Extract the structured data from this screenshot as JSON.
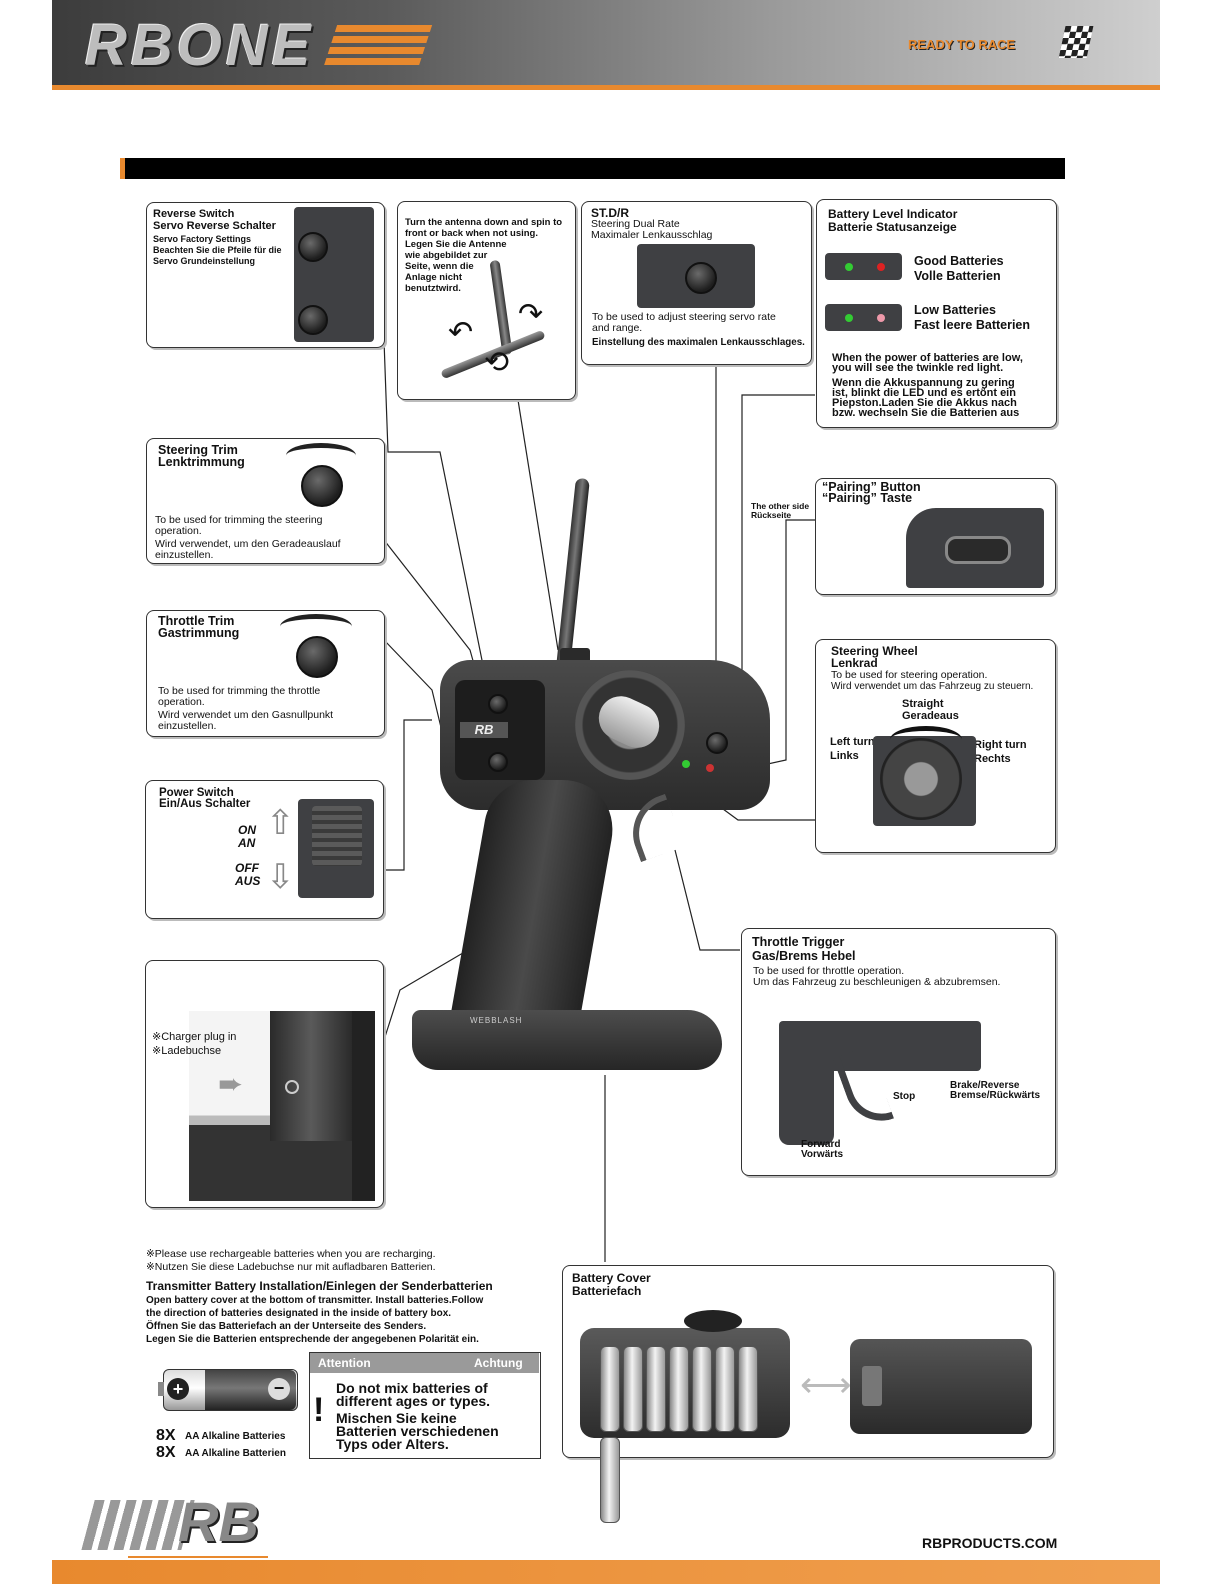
{
  "header": {
    "logo": "RBONE",
    "tagline": "READY TO RACE"
  },
  "reverse_switch": {
    "title1": "Reverse Switch",
    "title2": "Servo Reverse Schalter",
    "l1": "Servo Factory Settings",
    "l2": "Beachten Sie die Pfeile für die",
    "l3": "Servo Grundeinstellung"
  },
  "antenna": {
    "lines": [
      "Turn the antenna down and spin to",
      "front or back when not using.",
      "Legen Sie die Antenne",
      "wie abgebildet zur",
      "Seite, wenn die",
      "Anlage nicht",
      "benutztwird."
    ]
  },
  "stdr": {
    "title": "ST.D/R",
    "l1": "Steering Dual Rate",
    "l2": "Maximaler Lenkausschlag",
    "d1": "To be used to adjust steering servo rate",
    "d2": "and range.",
    "d3": "Einstellung des maximalen Lenkausschlages."
  },
  "battery_level": {
    "title1": "Battery Level Indicator",
    "title2": "Batterie Statusanzeige",
    "good1": "Good Batteries",
    "good2": "Volle Batterien",
    "low1": "Low Batteries",
    "low2": "Fast leere Batterien",
    "n1": "When the power of batteries are low,",
    "n2": "you will see the twinkle red light.",
    "g1": "Wenn die Akkuspannung zu gering",
    "g2": "ist, blinkt die LED und es ertönt ein",
    "g3": "Piepston.Laden Sie die Akkus nach",
    "g4": "bzw. wechseln Sie die Batterien aus"
  },
  "steering_trim": {
    "title1": "Steering Trim",
    "title2": "Lenktrimmung",
    "d1": "To be used for trimming the steering",
    "d2": "operation.",
    "d3": "Wird verwendet, um den Geradeauslauf",
    "d4": "einzustellen."
  },
  "pairing": {
    "side1": "The other side",
    "side2": "Rückseite",
    "title1": "“Pairing” Button",
    "title2": "“Pairing” Taste"
  },
  "throttle_trim": {
    "title1": "Throttle Trim",
    "title2": "Gastrimmung",
    "d1": "To be used for trimming the throttle",
    "d2": "operation.",
    "d3": "Wird verwendet um den Gasnullpunkt",
    "d4": "einzustellen."
  },
  "steering_wheel": {
    "title1": "Steering Wheel",
    "title2": "Lenkrad",
    "d1": "To be used for steering operation.",
    "d2": "Wird verwendet um das Fahrzeug zu steuern.",
    "straight1": "Straight",
    "straight2": "Geradeaus",
    "left1": "Left turn",
    "left2": "Links",
    "right1": "Right turn",
    "right2": "Rechts"
  },
  "power_switch": {
    "title1": "Power Switch",
    "title2": "Ein/Aus Schalter",
    "on1": "ON",
    "on2": "AN",
    "off1": "OFF",
    "off2": "AUS"
  },
  "throttle_trigger": {
    "title1": "Throttle Trigger",
    "title2": "Gas/Brems Hebel",
    "d1": "To be used for throttle operation.",
    "d2": "Um das Fahrzeug zu beschleunigen & abzubremsen.",
    "brake1": "Brake/Reverse",
    "brake2": "Bremse/Rückwärts",
    "stop": "Stop",
    "fwd1": "Forward",
    "fwd2": "Vorwärts"
  },
  "charger": {
    "l1": "※Charger plug in",
    "l2": "※Ladebuchse"
  },
  "notes": {
    "n1": "※Please use rechargeable batteries when you are recharging.",
    "n2": "※Nutzen Sie diese Ladebuchse nur mit aufladbaren Batterien.",
    "install_title": "Transmitter Battery Installation/Einlegen der Senderbatterien",
    "i1": "Open battery cover at the bottom of transmitter. Install batteries.Follow",
    "i2": "the direction of batteries designated in the inside of battery box.",
    "i3": "Öffnen Sie das Batteriefach an der Unterseite des Senders.",
    "i4": "Legen Sie die Batterien entsprechende der angegebenen Polarität ein."
  },
  "batteries": {
    "count1": "8X",
    "label1": "AA Alkaline Batteries",
    "count2": "8X",
    "label2": "AA Alkaline Batterien"
  },
  "attention": {
    "left": "Attention",
    "right": "Achtung",
    "mark": "!",
    "e1": "Do  not mix batteries  of",
    "e2": "different ages or types.",
    "g1": "Mischen Sie keine",
    "g2": "Batterien verschiedenen",
    "g3": "Typs oder Alters."
  },
  "battery_cover": {
    "title1": "Battery Cover",
    "title2": "Batteriefach"
  },
  "footer": {
    "logo": "RB",
    "url": "RBPRODUCTS.COM"
  },
  "transmitter": {
    "badge": "RB",
    "grip_label": "WEBBLASH"
  }
}
